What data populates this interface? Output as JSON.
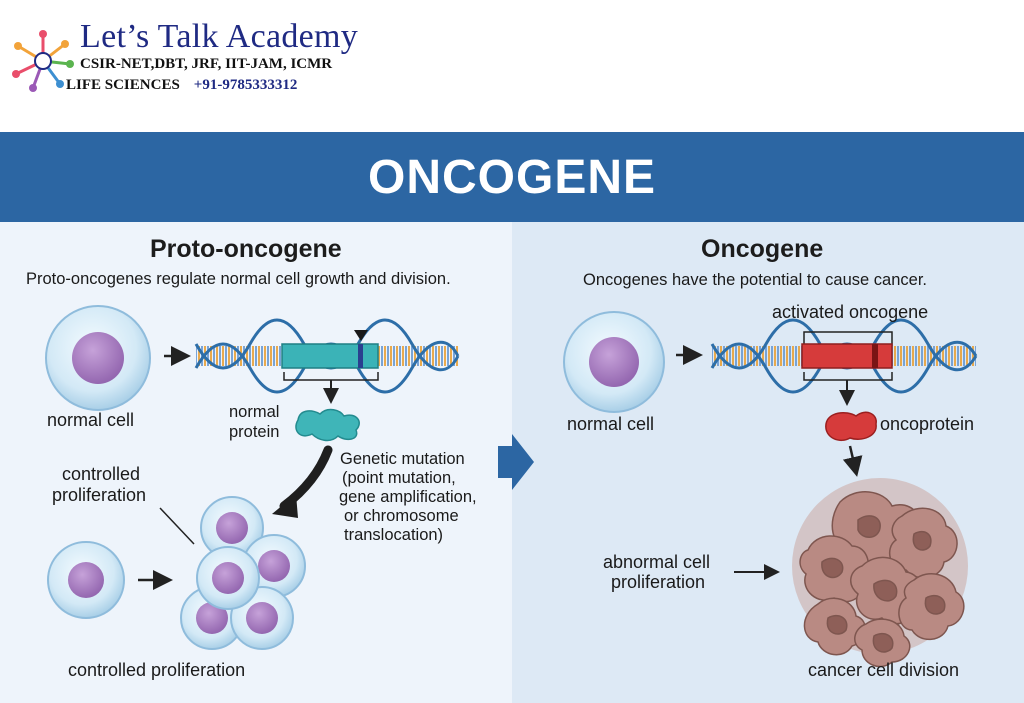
{
  "brand": {
    "title": "Let’s Talk Academy",
    "subtitle": "CSIR-NET,DBT, JRF, IIT-JAM, ICMR",
    "field": "LIFE SCIENCES",
    "phone": "+91-9785333312"
  },
  "banner": {
    "title": "ONCOGENE"
  },
  "left": {
    "heading": "Proto-oncogene",
    "description": "Proto-oncogenes regulate normal cell growth and division.",
    "normal_cell": "normal cell",
    "normal_protein_line1": "normal",
    "normal_protein_line2": "protein",
    "controlled_prolif_line1": "controlled",
    "controlled_prolif_line2": "proliferation",
    "controlled_bottom": "controlled proliferation",
    "mutation_line1": "Genetic mutation",
    "mutation_line2": "(point mutation,",
    "mutation_line3": "gene amplification,",
    "mutation_line4": "or chromosome",
    "mutation_line5": "translocation)"
  },
  "right": {
    "heading": "Oncogene",
    "description": "Oncogenes have the potential to cause cancer.",
    "activated": "activated oncogene",
    "normal_cell": "normal cell",
    "oncoprotein": "oncoprotein",
    "abnormal_line1": "abnormal cell",
    "abnormal_line2": "proliferation",
    "cancer_division": "cancer cell division"
  },
  "colors": {
    "banner": "#2c66a3",
    "normal_gene": "#3bb3b7",
    "oncogene": "#d63b3b",
    "nucleus": "#a57bc0",
    "cancer_cell": "#b98a83"
  },
  "icons": [
    "academy-logo-icon",
    "dna-helix-icon",
    "cell-icon",
    "protein-blob-icon",
    "arrow-icon",
    "cancer-cluster-icon"
  ]
}
